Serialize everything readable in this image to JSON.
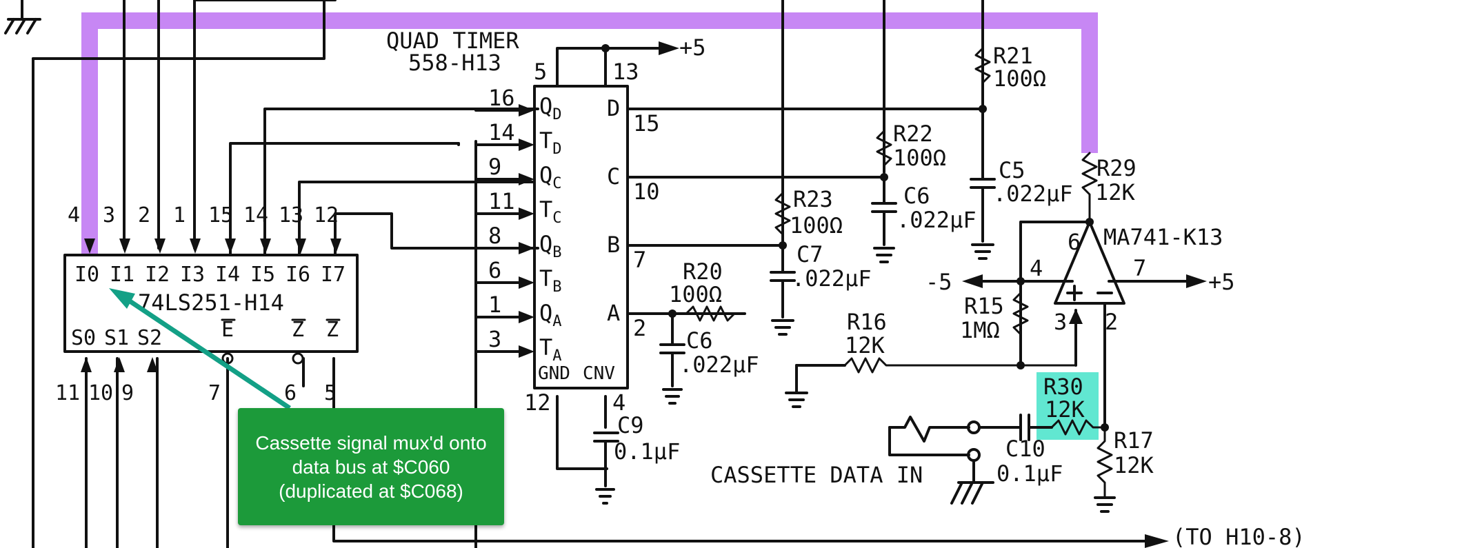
{
  "colors": {
    "highlight_path": "#bd72f2",
    "highlight_r30": "#58e6cf",
    "callout_bg": "#1c9a3a",
    "arrow": "#13a086"
  },
  "timer": {
    "title_line1": "QUAD TIMER",
    "title_line2": "558-H13",
    "pin_top_left": "5",
    "pin_top_right": "13",
    "supply_top": "+5",
    "inputs": [
      "QD",
      "TD",
      "QC",
      "TC",
      "QB",
      "TB",
      "QA",
      "TA"
    ],
    "input_pins": [
      "16",
      "14",
      "9",
      "11",
      "8",
      "6",
      "1",
      "3"
    ],
    "outputs": [
      "D",
      "C",
      "B",
      "A"
    ],
    "output_pins": [
      "15",
      "10",
      "7",
      "2"
    ],
    "bottom_labels": [
      "GND",
      "CNV"
    ],
    "bottom_pins": [
      "12",
      "4"
    ]
  },
  "mux": {
    "name": "74LS251-H14",
    "inputs": [
      "I0",
      "I1",
      "I2",
      "I3",
      "I4",
      "I5",
      "I6",
      "I7"
    ],
    "input_pins": [
      "4",
      "3",
      "2",
      "1",
      "15",
      "14",
      "13",
      "12"
    ],
    "selects": [
      "S0",
      "S1",
      "S2"
    ],
    "select_pins": [
      "11",
      "10",
      "9"
    ],
    "enables": [
      "E",
      "Z",
      "Z"
    ],
    "enable_pins": [
      "7",
      "6",
      "5"
    ]
  },
  "components": {
    "r21": [
      "R21",
      "100Ω"
    ],
    "r22": [
      "R22",
      "100Ω"
    ],
    "r23": [
      "R23",
      "100Ω"
    ],
    "r20": [
      "R20",
      "100Ω"
    ],
    "r29": [
      "R29",
      "12K"
    ],
    "r16": [
      "R16",
      "12K"
    ],
    "r15": [
      "R15",
      "1MΩ"
    ],
    "r30": [
      "R30",
      "12K"
    ],
    "r17": [
      "R17",
      "12K"
    ],
    "c5": [
      "C5",
      ".022μF"
    ],
    "c6a": [
      "C6",
      ".022μF"
    ],
    "c7": [
      "C7",
      ".022μF"
    ],
    "c6b": [
      "C6",
      ".022μF"
    ],
    "c9": [
      "C9",
      "0.1μF"
    ],
    "c10": [
      "C10",
      "0.1μF"
    ]
  },
  "opamp": {
    "name": "MA741-K13",
    "pins": [
      "6",
      "4",
      "7",
      "3",
      "2"
    ],
    "neg_supply": "-5",
    "pos_supply": "+5"
  },
  "labels": {
    "cassette_in": "CASSETTE DATA IN",
    "to_h10": "(TO H10-8)"
  },
  "callout": {
    "text": "Cassette signal mux'd onto data bus at $C060 (duplicated at $C068)"
  }
}
